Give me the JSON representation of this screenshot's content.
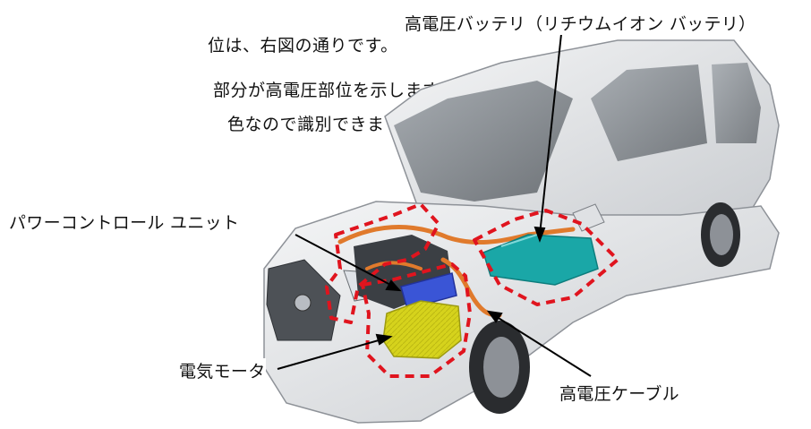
{
  "intro": {
    "lines": [
      "位は、右図の通りです。",
      "部分が高電圧部位を示します。",
      "色なので識別できます。"
    ]
  },
  "labels": {
    "battery": "高電圧バッテリ（リチウムイオン バッテリ）",
    "pcu": "パワーコントロール ユニット",
    "motor": "電気モータ",
    "cable": "高電圧ケーブル"
  },
  "colors": {
    "highlight_outline": "#e0141e",
    "battery": "#1aa7a7",
    "pcu": "#3a55d6",
    "motor": "#d4d21a",
    "cable": "#e07a2c",
    "car_body": "#e6e7e9"
  }
}
